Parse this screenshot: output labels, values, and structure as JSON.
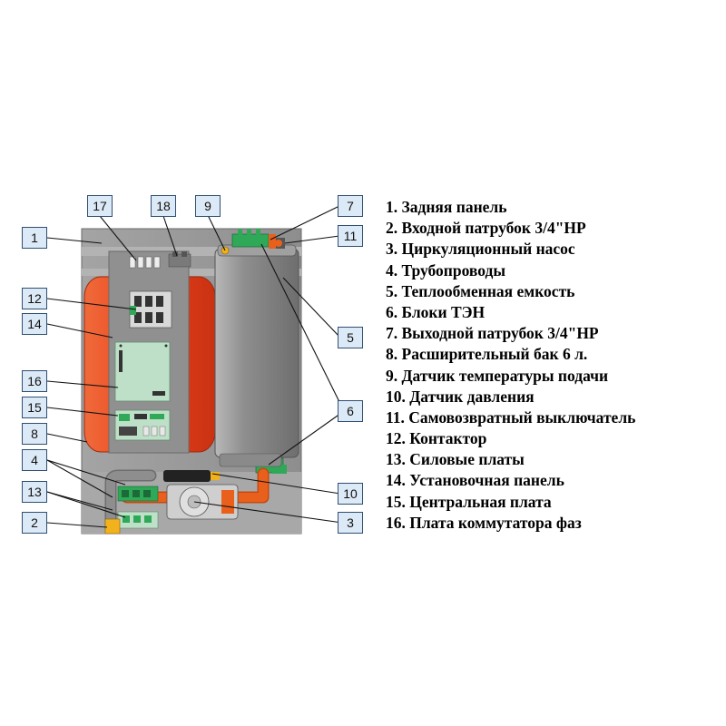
{
  "callouts": {
    "c1": "1",
    "c2": "2",
    "c3": "3",
    "c4": "4",
    "c5": "5",
    "c6": "6",
    "c7": "7",
    "c8": "8",
    "c9": "9",
    "c10": "10",
    "c11": "11",
    "c12": "12",
    "c13": "13",
    "c14": "14",
    "c15": "15",
    "c16": "16",
    "c17": "17",
    "c18": "18"
  },
  "legend": [
    "1. Задняя панель",
    "2. Входной патрубок 3/4\"НР",
    "3. Циркуляционный насос",
    "4. Трубопроводы",
    "5. Теплообменная емкость",
    "6. Блоки ТЭН",
    "7. Выходной патрубок 3/4\"НР",
    "8. Расширительный бак 6 л.",
    "9. Датчик температуры подачи",
    "10. Датчик давления",
    "11. Самовозвратный выключатель",
    "12. Контактор",
    "13. Силовые платы",
    "14. Установочная панель",
    "15. Центральная плата",
    "16. Плата коммутатора фаз"
  ],
  "colors": {
    "back_panel": "#9a9a9a",
    "expansion_tank": "#e8401c",
    "heat_exchanger": "#8c8c8c",
    "circuit_board": "#bfe0c8",
    "pipe": "#e8601c",
    "connector": "#f2b21c",
    "terminal": "#2fa858",
    "callout_fill": "#dce9f6",
    "callout_border": "#2f4f72"
  }
}
